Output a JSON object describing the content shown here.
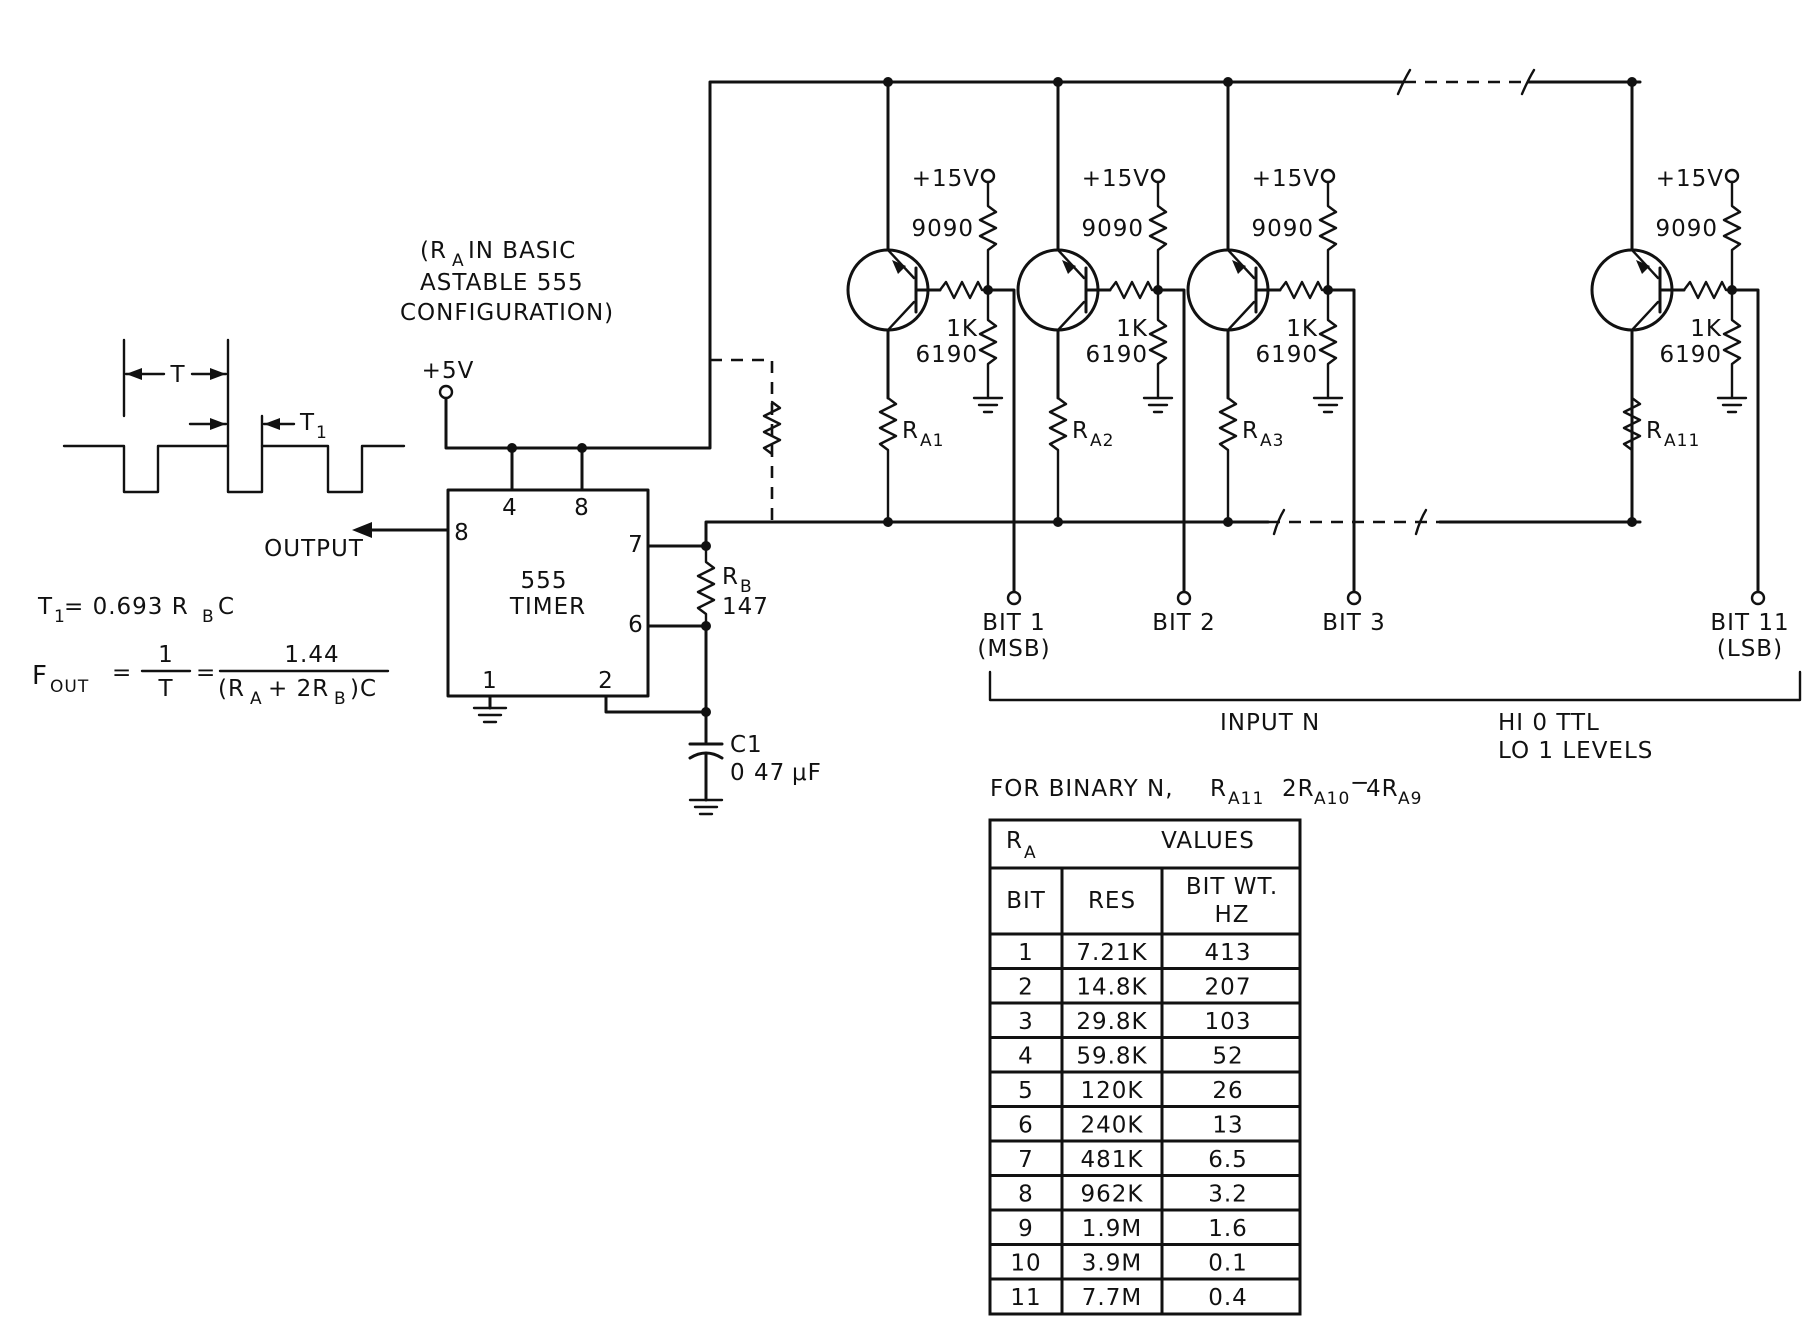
{
  "ra_note": [
    "(R",
    "A",
    " IN BASIC",
    "ASTABLE 555",
    "CONFIGURATION)"
  ],
  "plus5v": "+5V",
  "timer": {
    "line1": "555",
    "line2": "TIMER",
    "pins": [
      "4",
      "8",
      "8",
      "7",
      "6",
      "1",
      "2"
    ]
  },
  "output_label": "OUTPUT",
  "rb": {
    "r": "R",
    "sub": "B",
    "value": "147"
  },
  "c1": {
    "name": "C1",
    "value": "0 47",
    "unit": "μF"
  },
  "waveform": {
    "t": "T",
    "t1": "T",
    "t1_sub": "1"
  },
  "formulas": {
    "t1_lhs": "T",
    "t1_sub": "1",
    "t1_rhs": "= 0.693 R",
    "t1_rhs_sub": "B",
    "t1_rhs_tail": "C",
    "fout": "F",
    "fout_sub": "OUT",
    "eq": "=",
    "one": "1",
    "t": "T",
    "eq2": "=",
    "num": "1.44",
    "den_a": "(R",
    "den_a_sub": "A",
    "den_b": "+ 2R",
    "den_b_sub": "B",
    "den_c": ")C"
  },
  "stages": [
    {
      "supply": "+15V",
      "r_top": "9090",
      "r_base": "1K",
      "r_bottom": "6190",
      "ra": "R",
      "ra_sub": "A1",
      "bit": "BIT 1",
      "bit2": "(MSB)"
    },
    {
      "supply": "+15V",
      "r_top": "9090",
      "r_base": "1K",
      "r_bottom": "6190",
      "ra": "R",
      "ra_sub": "A2",
      "bit": "BIT 2",
      "bit2": ""
    },
    {
      "supply": "+15V",
      "r_top": "9090",
      "r_base": "1K",
      "r_bottom": "6190",
      "ra": "R",
      "ra_sub": "A3",
      "bit": "BIT 3",
      "bit2": ""
    },
    {
      "supply": "+15V",
      "r_top": "9090",
      "r_base": "1K",
      "r_bottom": "6190",
      "ra": "R",
      "ra_sub": "A11",
      "bit": "BIT 11",
      "bit2": "(LSB)"
    }
  ],
  "input_n": "INPUT  N",
  "levels": [
    "HI 0 TTL",
    "LO 1  LEVELS"
  ],
  "binary_note": {
    "lead": "FOR BINARY N,",
    "r1": "R",
    "r1_sub": "A11",
    "r2": "2R",
    "r2_sub": "A10",
    "dash": "−",
    "r3": "4R",
    "r3_sub": "A9"
  },
  "table": {
    "title_r": "R",
    "title_sub": "A",
    "title_values": "VALUES",
    "headers": [
      "BIT",
      "RES",
      "BIT WT.",
      "HZ"
    ],
    "rows": [
      [
        "1",
        "7.21K",
        "413"
      ],
      [
        "2",
        "14.8K",
        "207"
      ],
      [
        "3",
        "29.8K",
        "103"
      ],
      [
        "4",
        "59.8K",
        "52"
      ],
      [
        "5",
        "120K",
        "26"
      ],
      [
        "6",
        "240K",
        "13"
      ],
      [
        "7",
        "481K",
        "6.5"
      ],
      [
        "8",
        "962K",
        "3.2"
      ],
      [
        "9",
        "1.9M",
        "1.6"
      ],
      [
        "10",
        "3.9M",
        "0.1"
      ],
      [
        "11",
        "7.7M",
        "0.4"
      ]
    ]
  }
}
